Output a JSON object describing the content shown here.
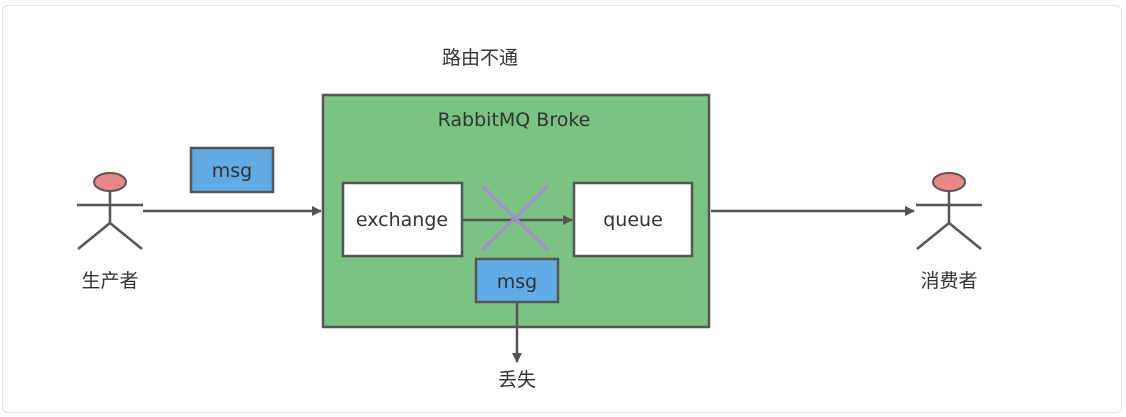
{
  "title": "路由不通",
  "broker": {
    "label": "RabbitMQ Broke",
    "fill": "#7ac383",
    "border": "#555555"
  },
  "producer": {
    "label": "生产者"
  },
  "consumer": {
    "label": "消费者"
  },
  "exchange": {
    "label": "exchange"
  },
  "queue": {
    "label": "queue"
  },
  "msg_in": {
    "label": "msg",
    "fill": "#61abe6"
  },
  "msg_lost": {
    "label": "msg",
    "fill": "#61abe6"
  },
  "lost": {
    "label": "丢失"
  },
  "colors": {
    "actor_head": "#e98686",
    "line": "#555555",
    "cross": "#a889d4"
  }
}
